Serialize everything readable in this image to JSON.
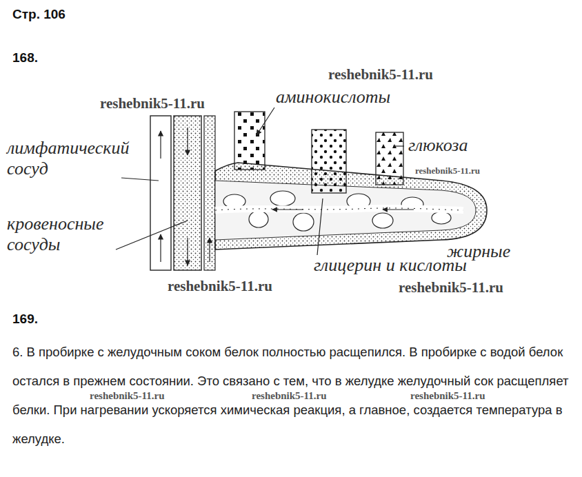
{
  "diagram": {
    "labels": [
      "Стр. 106",
      "168.",
      "reshebnik5-11.ru",
      "аминокислоты",
      "reshebnik5-11.ru",
      "лимфатический сосуд",
      "глюкоза",
      "reshebnik5-11.ru",
      "кровеносные сосуды",
      "жирные",
      "глицерин и кислоты",
      "reshebnik5-11.ru",
      "reshebnik5-11.ru",
      "169.",
      "6. В пробирке с желудочным соком белок полностью расщепился. В пробирке с водой белок остался в прежнем состоянии. Это связано с тем, что в желудке желудочный сок расщепляет белки. При нагревании ускоряется химическая реакция, а главное, создается температура в желудке.",
      "reshebnik5-11.ru",
      "reshebnik5-11.ru",
      "reshebnik5-11.ru"
    ]
  }
}
